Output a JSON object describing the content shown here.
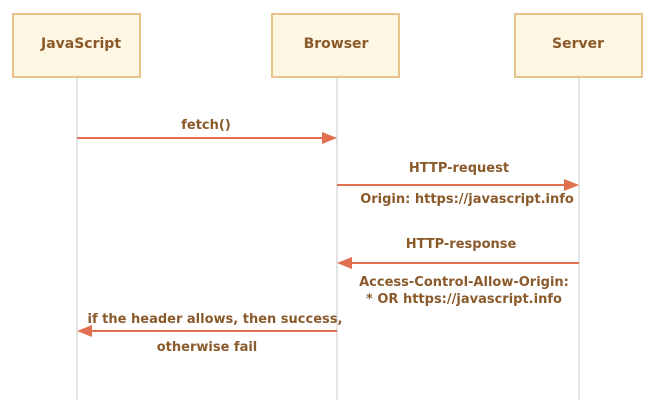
{
  "participants": [
    {
      "id": "javascript",
      "label": "JavaScript"
    },
    {
      "id": "browser",
      "label": "Browser"
    },
    {
      "id": "server",
      "label": "Server"
    }
  ],
  "messages": [
    {
      "from": "javascript",
      "to": "browser",
      "label_above": "fetch()",
      "label_below": ""
    },
    {
      "from": "browser",
      "to": "server",
      "label_above": "HTTP-request",
      "label_below": "Origin: https://javascript.info"
    },
    {
      "from": "server",
      "to": "browser",
      "label_above": "HTTP-response",
      "label_below": "Access-Control-Allow-Origin:",
      "label_below_2": "* OR https://javascript.info"
    },
    {
      "from": "browser",
      "to": "javascript",
      "label_above": "if the header allows, then success,",
      "label_below": "otherwise fail"
    }
  ],
  "colors": {
    "box_fill": "#fdf6e3",
    "box_stroke": "#e8c48c",
    "text": "#8a5a2b",
    "arrow": "#e07050",
    "lifeline": "#c8c8c8"
  }
}
